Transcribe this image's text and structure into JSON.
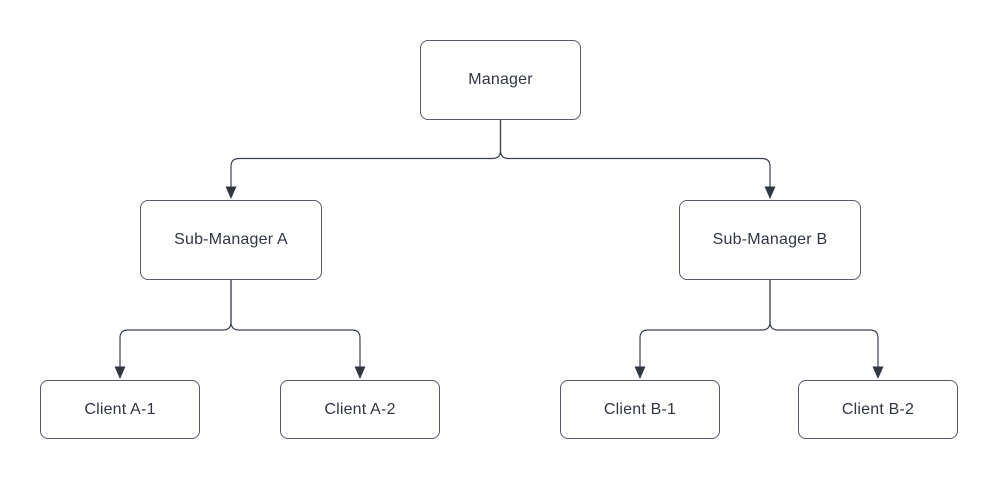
{
  "diagram": {
    "type": "org-chart",
    "background_color": "#ffffff",
    "node_fill_color": "#ffffff",
    "node_border_color": "#545b66",
    "connector_color": "#3b424f",
    "arrowhead_color": "#2f3743",
    "text_color": "#2f3642",
    "nodes": [
      {
        "id": "manager",
        "label": "Manager"
      },
      {
        "id": "sub-manager-a",
        "label": "Sub-Manager A"
      },
      {
        "id": "sub-manager-b",
        "label": "Sub-Manager B"
      },
      {
        "id": "client-a-1",
        "label": "Client A-1"
      },
      {
        "id": "client-a-2",
        "label": "Client A-2"
      },
      {
        "id": "client-b-1",
        "label": "Client B-1"
      },
      {
        "id": "client-b-2",
        "label": "Client B-2"
      }
    ],
    "edges": [
      {
        "from": "Manager",
        "to": "Sub-Manager A",
        "arrow": "target"
      },
      {
        "from": "Manager",
        "to": "Sub-Manager B",
        "arrow": "target"
      },
      {
        "from": "Sub-Manager A",
        "to": "Client A-1",
        "arrow": "target"
      },
      {
        "from": "Sub-Manager A",
        "to": "Client A-2",
        "arrow": "target"
      },
      {
        "from": "Sub-Manager B",
        "to": "Client B-1",
        "arrow": "target"
      },
      {
        "from": "Sub-Manager B",
        "to": "Client B-2",
        "arrow": "target"
      }
    ]
  }
}
